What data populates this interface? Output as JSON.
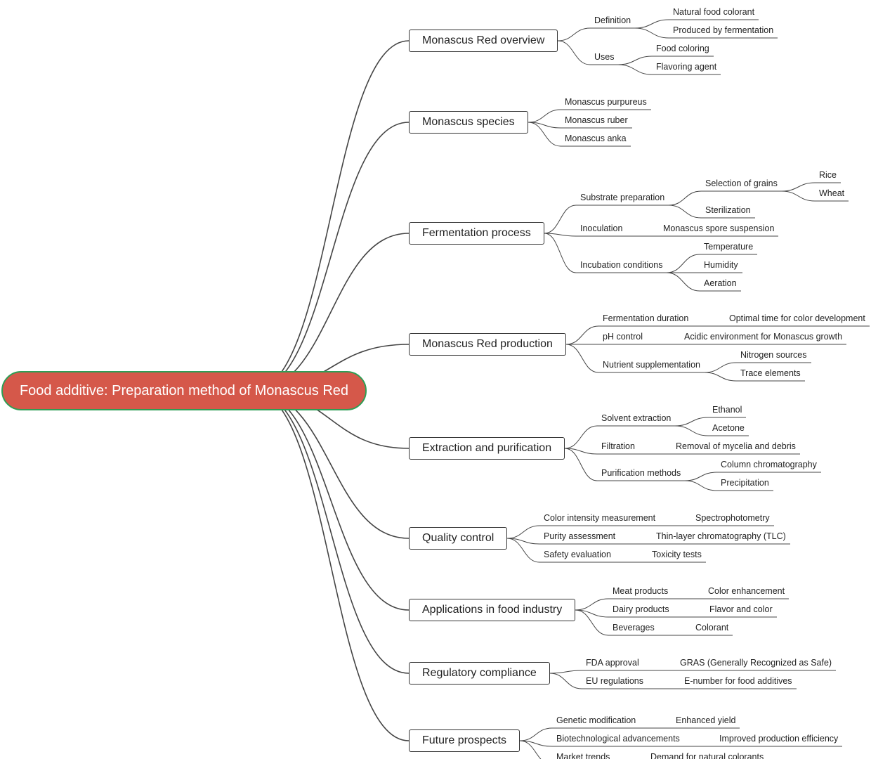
{
  "root": {
    "label": "Food additive: Preparation method of Monascus Red"
  },
  "branches": [
    {
      "label": "Monascus Red overview",
      "children": [
        {
          "label": "Definition",
          "children": [
            {
              "label": "Natural food colorant"
            },
            {
              "label": "Produced by fermentation"
            }
          ]
        },
        {
          "label": "Uses",
          "children": [
            {
              "label": "Food coloring"
            },
            {
              "label": "Flavoring agent"
            }
          ]
        }
      ]
    },
    {
      "label": "Monascus species",
      "children": [
        {
          "label": "Monascus purpureus"
        },
        {
          "label": "Monascus ruber"
        },
        {
          "label": "Monascus anka"
        }
      ]
    },
    {
      "label": "Fermentation process",
      "children": [
        {
          "label": "Substrate preparation",
          "children": [
            {
              "label": "Selection of grains",
              "children": [
                {
                  "label": "Rice"
                },
                {
                  "label": "Wheat"
                }
              ]
            },
            {
              "label": "Sterilization"
            }
          ]
        },
        {
          "label": "Inoculation",
          "children": [
            {
              "label": "Monascus spore suspension"
            }
          ]
        },
        {
          "label": "Incubation conditions",
          "children": [
            {
              "label": "Temperature"
            },
            {
              "label": "Humidity"
            },
            {
              "label": "Aeration"
            }
          ]
        }
      ]
    },
    {
      "label": "Monascus Red production",
      "children": [
        {
          "label": "Fermentation duration",
          "children": [
            {
              "label": "Optimal time for color development"
            }
          ]
        },
        {
          "label": "pH control",
          "children": [
            {
              "label": "Acidic environment for Monascus growth"
            }
          ]
        },
        {
          "label": "Nutrient supplementation",
          "children": [
            {
              "label": "Nitrogen sources"
            },
            {
              "label": "Trace elements"
            }
          ]
        }
      ]
    },
    {
      "label": "Extraction and purification",
      "children": [
        {
          "label": "Solvent extraction",
          "children": [
            {
              "label": "Ethanol"
            },
            {
              "label": "Acetone"
            }
          ]
        },
        {
          "label": "Filtration",
          "children": [
            {
              "label": "Removal of mycelia and debris"
            }
          ]
        },
        {
          "label": "Purification methods",
          "children": [
            {
              "label": "Column chromatography"
            },
            {
              "label": "Precipitation"
            }
          ]
        }
      ]
    },
    {
      "label": "Quality control",
      "children": [
        {
          "label": "Color intensity measurement",
          "children": [
            {
              "label": "Spectrophotometry"
            }
          ]
        },
        {
          "label": "Purity assessment",
          "children": [
            {
              "label": "Thin-layer chromatography (TLC)"
            }
          ]
        },
        {
          "label": "Safety evaluation",
          "children": [
            {
              "label": "Toxicity tests"
            }
          ]
        }
      ]
    },
    {
      "label": "Applications in food industry",
      "children": [
        {
          "label": "Meat products",
          "children": [
            {
              "label": "Color enhancement"
            }
          ]
        },
        {
          "label": "Dairy products",
          "children": [
            {
              "label": "Flavor and color"
            }
          ]
        },
        {
          "label": "Beverages",
          "children": [
            {
              "label": "Colorant"
            }
          ]
        }
      ]
    },
    {
      "label": "Regulatory compliance",
      "children": [
        {
          "label": "FDA approval",
          "children": [
            {
              "label": "GRAS (Generally Recognized as Safe)"
            }
          ]
        },
        {
          "label": "EU regulations",
          "children": [
            {
              "label": "E-number for food additives"
            }
          ]
        }
      ]
    },
    {
      "label": "Future prospects",
      "children": [
        {
          "label": "Genetic modification",
          "children": [
            {
              "label": "Enhanced yield"
            }
          ]
        },
        {
          "label": "Biotechnological advancements",
          "children": [
            {
              "label": "Improved production efficiency"
            }
          ]
        },
        {
          "label": "Market trends",
          "children": [
            {
              "label": "Demand for natural colorants"
            }
          ]
        }
      ]
    }
  ]
}
